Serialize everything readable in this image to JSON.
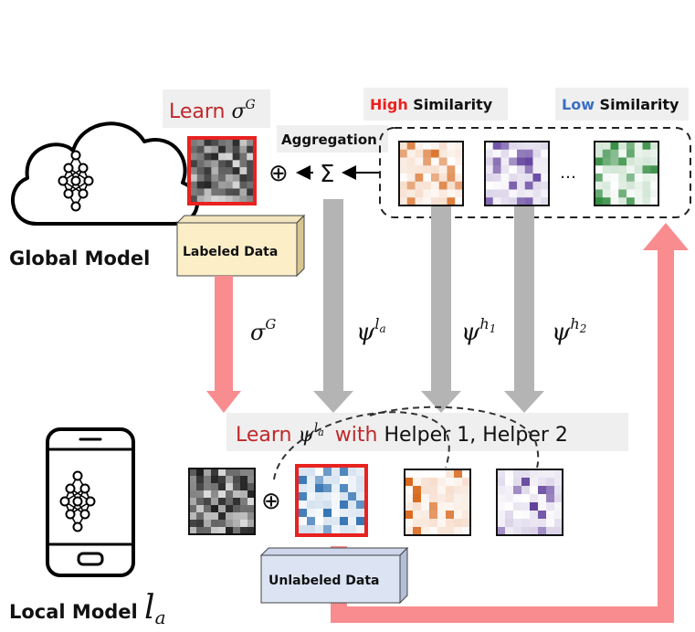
{
  "global_model": {
    "label": "Global Model",
    "learn_prefix": "Learn ",
    "learn_symbol": "σ",
    "learn_sup": "G",
    "labeled_data": "Labeled Data",
    "icon": "cloud-neural-network-icon"
  },
  "aggregation": {
    "label": "Aggregation",
    "plus_symbol": "⊕",
    "sum_symbol": "Σ"
  },
  "similarity": {
    "high_word": "High",
    "high_rest": " Similarity",
    "low_word": "Low",
    "low_rest": " Similarity",
    "ellipsis": "…"
  },
  "arrows": {
    "sigma": "σ",
    "sigma_sup": "G",
    "psi_la": "ψ",
    "psi_la_sup": "l",
    "psi_la_sub": "a",
    "psi_h1": "ψ",
    "psi_h1_sup": "h",
    "psi_h1_sub": "1",
    "psi_h2": "ψ",
    "psi_h2_sup": "h",
    "psi_h2_sub": "2"
  },
  "local_model": {
    "label": "Local Model ",
    "symbol": "l",
    "sub": "a",
    "learn_prefix": "Learn ",
    "learn_symbol": "ψ",
    "learn_sup": "l",
    "learn_sub": "a",
    "with": "with",
    "helpers": " Helper 1, Helper 2",
    "plus_symbol": "⊕",
    "unlabeled_data": "Unlabeled Data",
    "icon": "phone-neural-network-icon"
  },
  "colors": {
    "red_text": "#c0282a",
    "pink_arrow": "#f98c8f",
    "gray_arrow": "#b4b4b4",
    "orange": "#d8681c",
    "purple": "#5b3a99",
    "green": "#2f8a3e",
    "blue": "#2d6fb0",
    "low_blue": "#3a6fc4",
    "high_red": "#e8221f"
  }
}
